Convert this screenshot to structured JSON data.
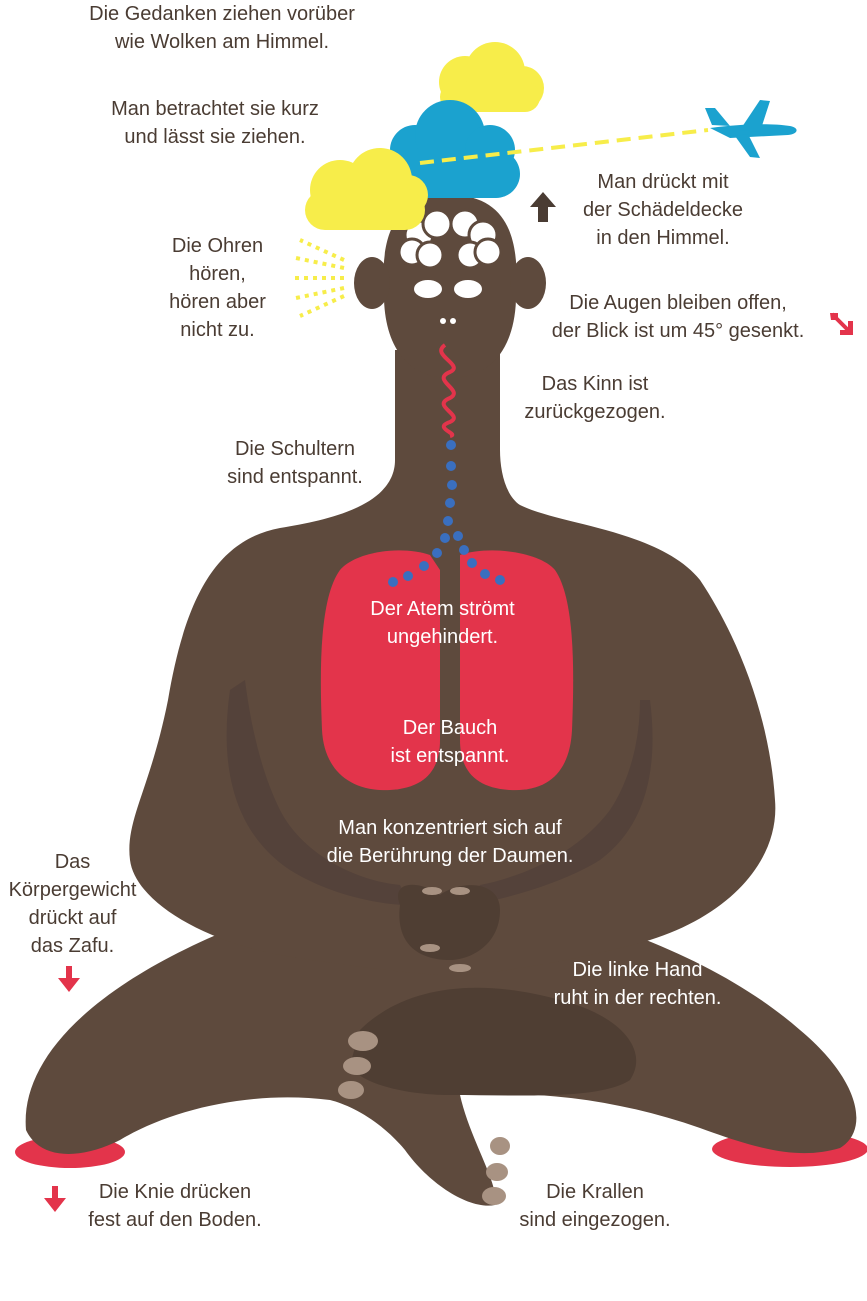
{
  "colors": {
    "skin": "#5e4a3d",
    "skin_shadow": "#4a3a30",
    "nails": "#a89282",
    "lungs": "#e3344b",
    "airway_dots": "#3a6fbf",
    "cloud_yellow": "#f7ed4a",
    "cloud_blue": "#1ba2cf",
    "plane": "#1ba2cf",
    "zafu": "#e3344b",
    "arrow_red": "#e3344b",
    "arrow_brown": "#4a3c33",
    "text": "#4a3c33"
  },
  "icons": {
    "airplane": "airplane-icon",
    "arrow_up": "arrow-up-icon",
    "arrow_down": "arrow-down-icon",
    "arrow_diag": "arrow-down-right-icon"
  },
  "labels": {
    "thoughts": {
      "line1": "Die Gedanken ziehen vorüber",
      "line2": "wie Wolken am Himmel."
    },
    "observe": {
      "line1": "Man betrachtet sie kurz",
      "line2": "und lässt sie ziehen."
    },
    "skull": {
      "line1": "Man drückt mit",
      "line2": "der Schädeldecke",
      "line3": "in den Himmel."
    },
    "ears": {
      "line1": "Die Ohren",
      "line2": "hören,",
      "line3": "hören aber",
      "line4": "nicht zu."
    },
    "eyes": {
      "line1": "Die Augen bleiben offen,",
      "line2": "der Blick ist um 45° gesenkt."
    },
    "chin": {
      "line1": "Das Kinn ist",
      "line2": "zurückgezogen."
    },
    "shoulders": {
      "line1": "Die Schultern",
      "line2": "sind entspannt."
    },
    "breath": {
      "line1": "Der Atem strömt",
      "line2": "ungehindert."
    },
    "belly": {
      "line1": "Der Bauch",
      "line2": "ist entspannt."
    },
    "thumbs": {
      "line1": "Man konzentriert sich auf",
      "line2": "die Berührung der Daumen."
    },
    "weight": {
      "line1": "Das",
      "line2": "Körpergewicht",
      "line3": "drückt auf",
      "line4": "das Zafu."
    },
    "hands": {
      "line1": "Die linke Hand",
      "line2": "ruht in der rechten."
    },
    "knees": {
      "line1": "Die Knie drücken",
      "line2": "fest auf den Boden."
    },
    "toes": {
      "line1": "Die Krallen",
      "line2": "sind eingezogen."
    }
  }
}
